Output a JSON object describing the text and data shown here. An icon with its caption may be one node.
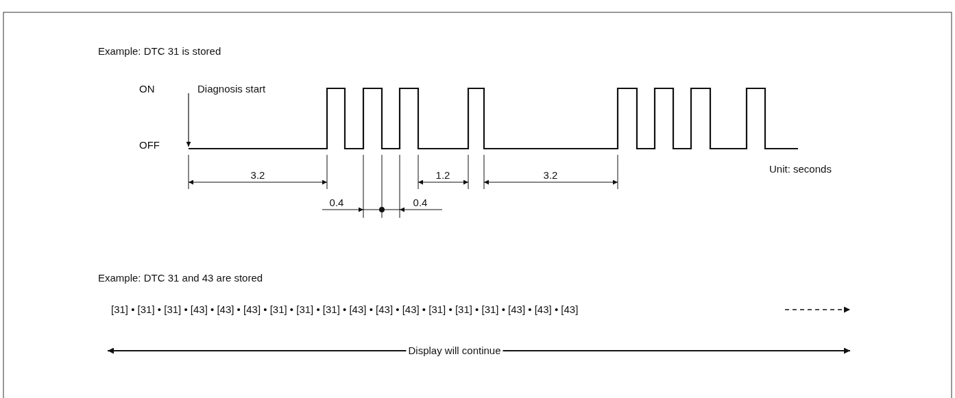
{
  "diagram": {
    "labels": [
      "Example: DTC 31 is stored",
      "ON",
      "Diagnosis start",
      "OFF",
      "3.2",
      "1.2",
      "3.2",
      "Unit: seconds",
      "0.4",
      "0.4",
      "Example: DTC 31 and 43 are stored",
      "[31] • [31] • [31] • [43] • [43] • [43] • [31] • [31] • [31] • [43] • [43] • [43] • [31] • [31] • [31] • [43] • [43] • [43]",
      "Display will continue"
    ]
  }
}
